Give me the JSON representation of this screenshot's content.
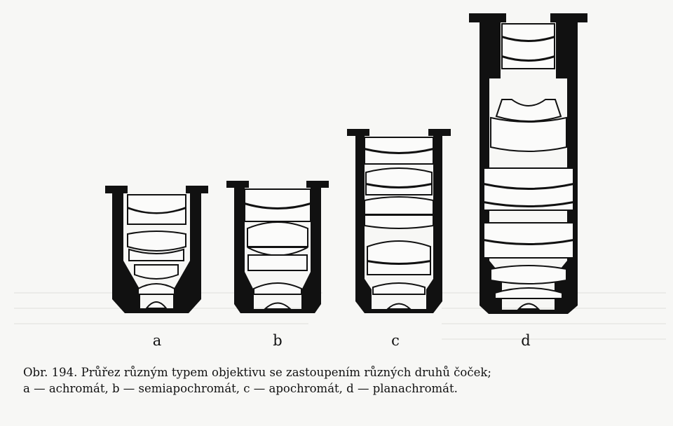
{
  "figure": {
    "panels": [
      {
        "id": "a",
        "label": "a"
      },
      {
        "id": "b",
        "label": "b"
      },
      {
        "id": "c",
        "label": "c"
      },
      {
        "id": "d",
        "label": "d"
      }
    ],
    "caption": {
      "line1": "Obr. 194. Průřez různým typem objektivu se zastoupením různých druhů čoček;",
      "line2": "a — achromát, b — semiapochromát, c — apochromát, d — planachromát."
    },
    "colors": {
      "ink": "#111111",
      "paper": "#f7f7f5",
      "lens": "#fbfbfa"
    }
  }
}
